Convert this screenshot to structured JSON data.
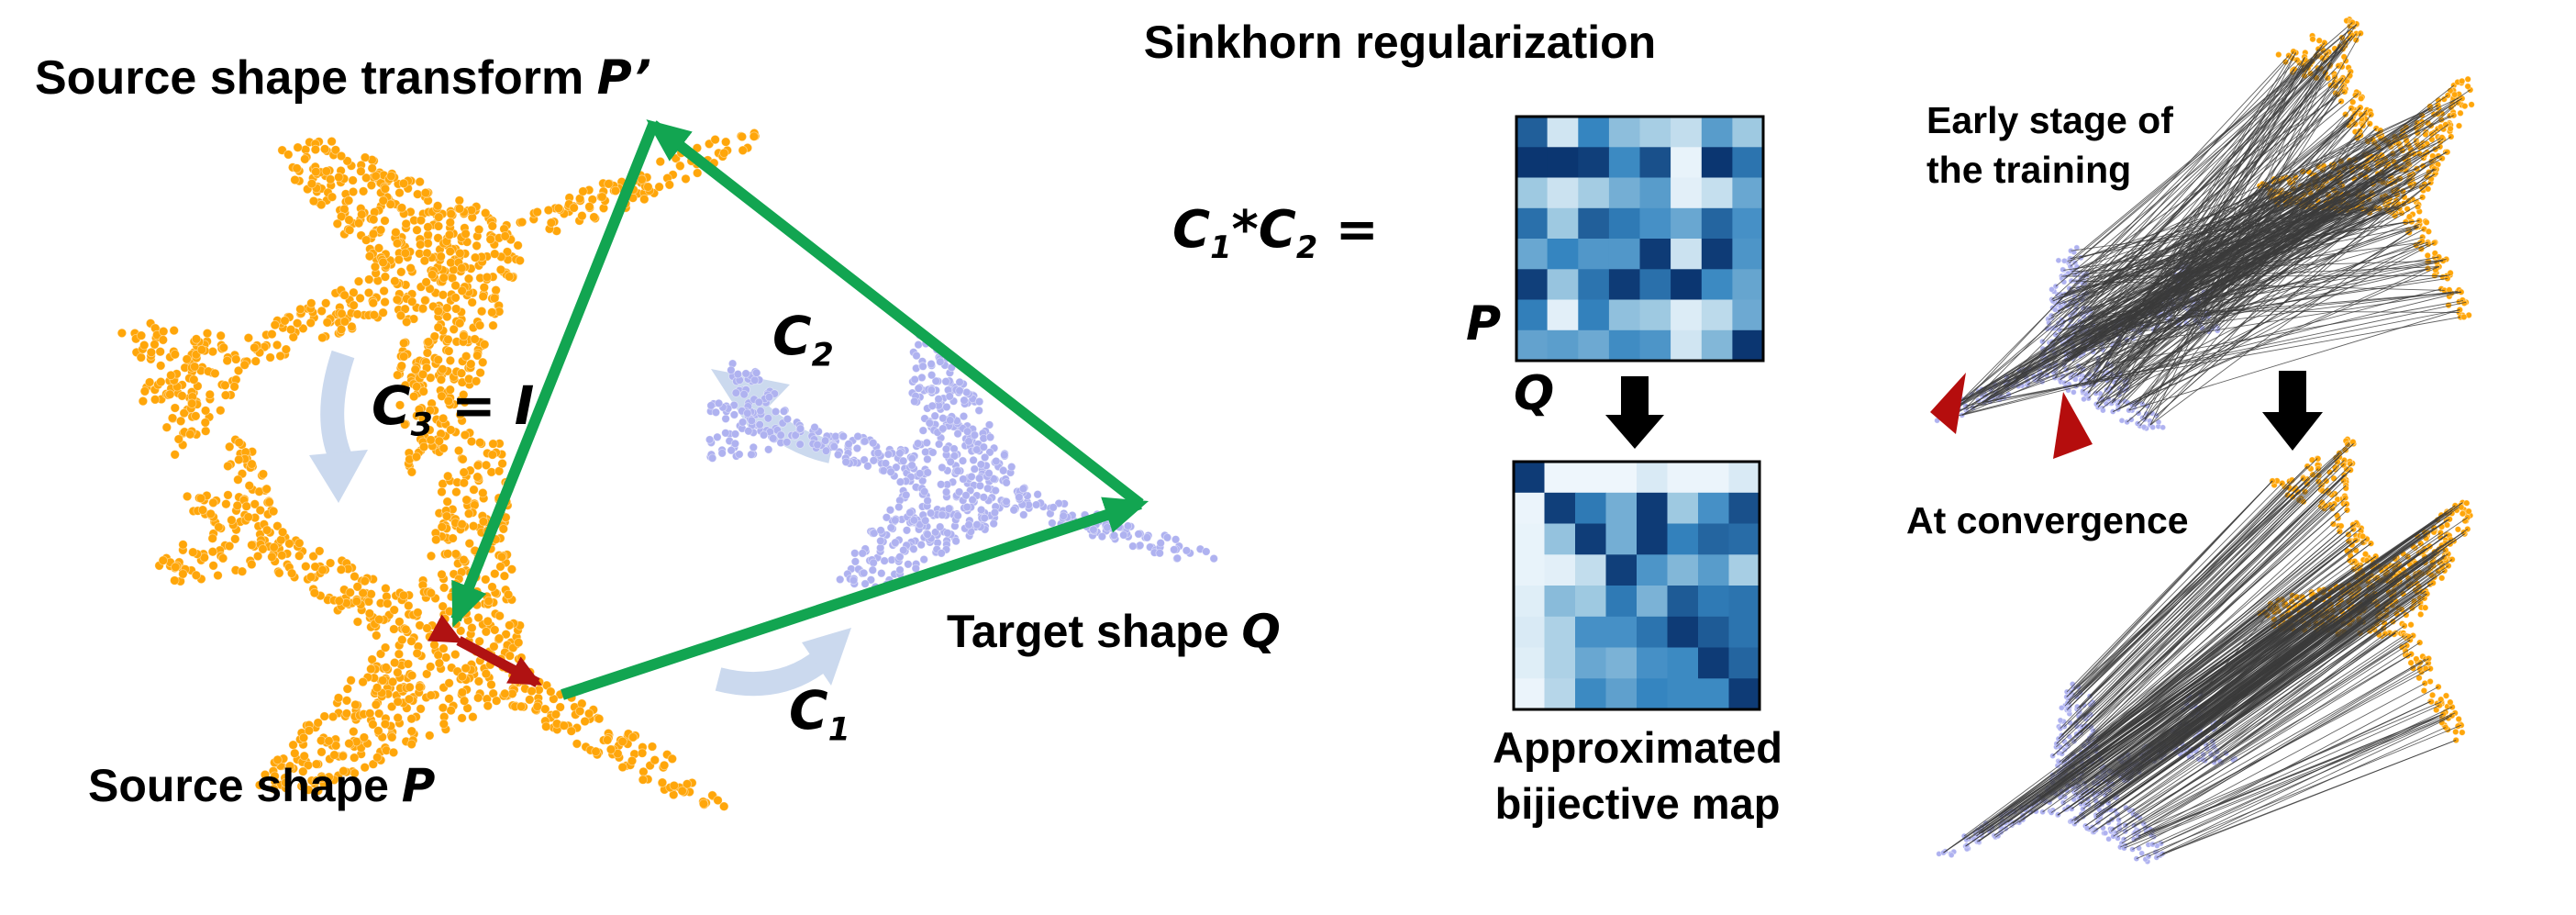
{
  "cycle_panel": {
    "title": {
      "text": "Source shape transform ",
      "symbol": "P’"
    },
    "source_label": {
      "text": "Source shape ",
      "symbol": "P"
    },
    "target_label": {
      "text": "Target shape ",
      "symbol": "Q"
    },
    "c1_label": {
      "base": "C",
      "sub": "1"
    },
    "c2_label": {
      "base": "C",
      "sub": "2"
    },
    "c3_label": {
      "base": "C",
      "sub": "3",
      "rest": " = I"
    }
  },
  "sinkhorn_panel": {
    "title": "Sinkhorn regularization",
    "equation": {
      "term1": "C",
      "sub1": "1",
      "op": "*",
      "term2": "C",
      "sub2": "2",
      "eq": " ="
    },
    "matrix_row_label": "P",
    "matrix_col_label": "Q",
    "caption_line1": "Approximated",
    "caption_line2": "bijiective map",
    "matrix_before": [
      [
        0.78,
        0.13,
        0.6,
        0.35,
        0.27,
        0.18,
        0.5,
        0.3
      ],
      [
        0.97,
        0.97,
        0.93,
        0.58,
        0.85,
        0.05,
        0.97,
        0.68
      ],
      [
        0.3,
        0.15,
        0.28,
        0.42,
        0.5,
        0.07,
        0.17,
        0.45
      ],
      [
        0.7,
        0.3,
        0.78,
        0.65,
        0.55,
        0.45,
        0.75,
        0.55
      ],
      [
        0.45,
        0.6,
        0.52,
        0.52,
        0.95,
        0.15,
        0.95,
        0.53
      ],
      [
        0.93,
        0.32,
        0.68,
        0.95,
        0.7,
        0.97,
        0.58,
        0.46
      ],
      [
        0.63,
        0.07,
        0.62,
        0.34,
        0.3,
        0.09,
        0.2,
        0.44
      ],
      [
        0.47,
        0.49,
        0.44,
        0.57,
        0.53,
        0.13,
        0.38,
        0.97
      ]
    ],
    "matrix_after": [
      [
        0.95,
        0.03,
        0.03,
        0.03,
        0.1,
        0.04,
        0.04,
        0.1
      ],
      [
        0.04,
        0.93,
        0.65,
        0.42,
        0.95,
        0.3,
        0.55,
        0.85
      ],
      [
        0.05,
        0.33,
        0.94,
        0.42,
        0.95,
        0.62,
        0.75,
        0.72
      ],
      [
        0.05,
        0.07,
        0.18,
        0.93,
        0.53,
        0.38,
        0.5,
        0.27
      ],
      [
        0.08,
        0.36,
        0.3,
        0.65,
        0.4,
        0.8,
        0.65,
        0.68
      ],
      [
        0.1,
        0.25,
        0.55,
        0.55,
        0.68,
        0.95,
        0.8,
        0.68
      ],
      [
        0.08,
        0.25,
        0.45,
        0.4,
        0.55,
        0.58,
        0.95,
        0.75
      ],
      [
        0.04,
        0.22,
        0.58,
        0.48,
        0.6,
        0.58,
        0.58,
        0.95
      ]
    ]
  },
  "training_panel": {
    "early_label_line1": "Early stage of",
    "early_label_line2": "the training",
    "convergence_label": "At convergence"
  },
  "colors": {
    "source_shape": "#FFA60A",
    "target_shape": "#AFB2F0",
    "cycle_arrow_green": "#12A551",
    "discrepancy_red": "#B01212",
    "soft_arrow_blue": "#CBD9EE",
    "correspondence_line": "#3B3B3B",
    "black_arrow": "#000000",
    "red_marker": "#B50D0D",
    "heatmap_low": "#F7FBFF",
    "heatmap_mid1": "#9EC9E1",
    "heatmap_mid2": "#3585C0",
    "heatmap_high": "#08306B",
    "text": "#000000"
  }
}
